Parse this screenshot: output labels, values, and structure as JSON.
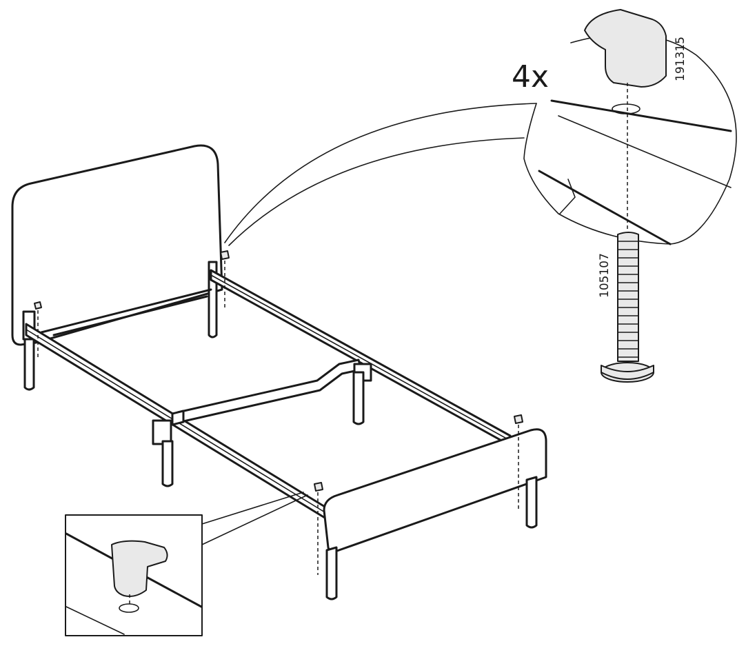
{
  "callout": {
    "quantity": "4x",
    "part_cap": "191315",
    "part_bolt": "105107"
  },
  "colors": {
    "ink": "#1a1a1a",
    "paper": "#ffffff",
    "part_fill": "#e9e9e9"
  }
}
